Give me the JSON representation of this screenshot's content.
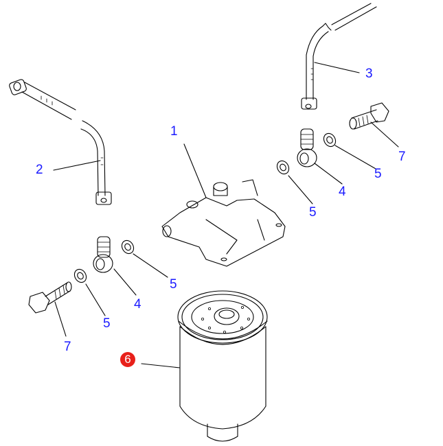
{
  "diagram": {
    "type": "exploded-parts-view",
    "highlight_color": "#e8201a",
    "label_color": "#1a1aff",
    "callouts": [
      {
        "id": "c1",
        "label": "1",
        "part": "filter-head"
      },
      {
        "id": "c2",
        "label": "2",
        "part": "hose-left"
      },
      {
        "id": "c3",
        "label": "3",
        "part": "hose-right"
      },
      {
        "id": "c4a",
        "label": "4",
        "part": "banjo-fitting-right"
      },
      {
        "id": "c4b",
        "label": "4",
        "part": "banjo-fitting-left"
      },
      {
        "id": "c5a",
        "label": "5",
        "part": "washer-right-upper"
      },
      {
        "id": "c5b",
        "label": "5",
        "part": "washer-right-lower"
      },
      {
        "id": "c5c",
        "label": "5",
        "part": "washer-left-upper"
      },
      {
        "id": "c5d",
        "label": "5",
        "part": "washer-left-lower"
      },
      {
        "id": "c6",
        "label": "6",
        "part": "filter-cartridge",
        "highlighted": true
      },
      {
        "id": "c7a",
        "label": "7",
        "part": "banjo-bolt-right"
      },
      {
        "id": "c7b",
        "label": "7",
        "part": "banjo-bolt-left"
      }
    ]
  }
}
